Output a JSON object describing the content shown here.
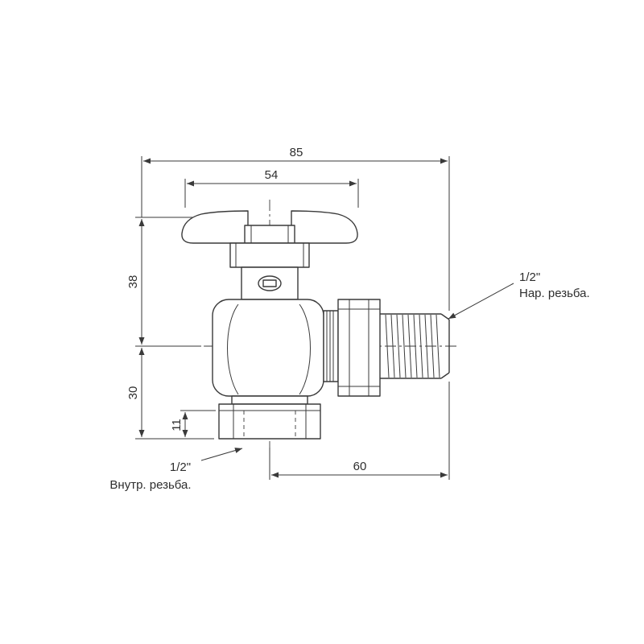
{
  "colors": {
    "line": "#3a3a3a",
    "text": "#2e2e2e",
    "background": "#ffffff"
  },
  "dimensions": {
    "d85": "85",
    "d54": "54",
    "d38": "38",
    "d30": "30",
    "d11": "11",
    "d60": "60"
  },
  "callouts": {
    "male_thread": {
      "size": "1/2\"",
      "label": "Нар. резьба."
    },
    "female_thread": {
      "size": "1/2\"",
      "label": "Внутр. резьба."
    }
  }
}
